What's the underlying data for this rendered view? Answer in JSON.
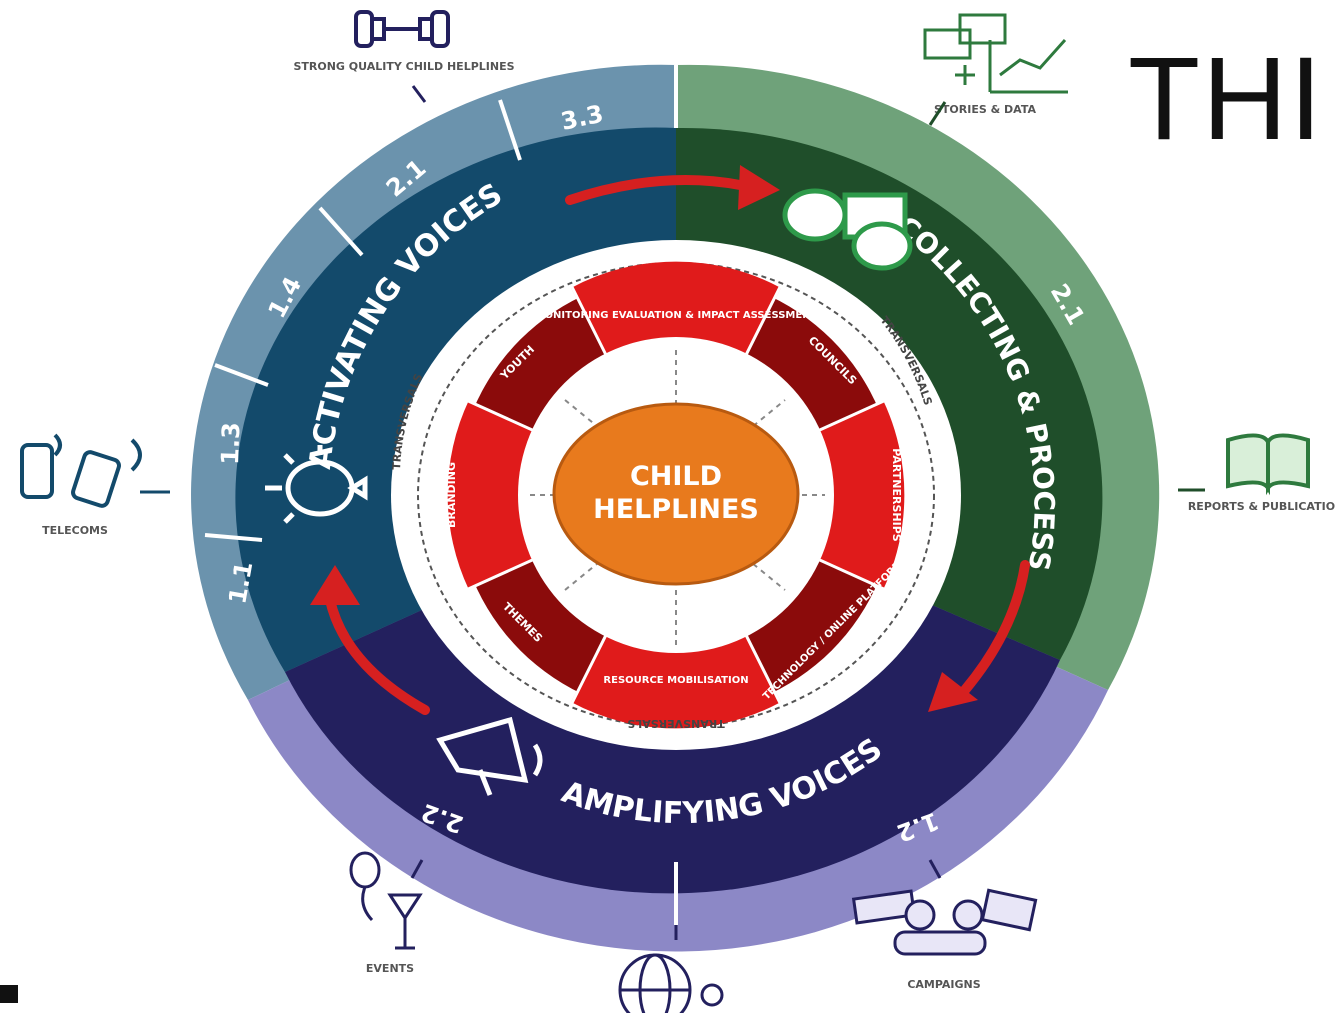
{
  "title": "THI",
  "center": {
    "line1": "CHILD",
    "line2": "HELPLINES"
  },
  "rings": {
    "activating": "ACTIVATING VOICES",
    "collecting": "COLLECTING & PROCESSING VOICES",
    "amplifying": "AMPLIFYING VOICES"
  },
  "segments": {
    "activating": [
      "1.1",
      "1.3",
      "1.4",
      "2.1",
      "3.3"
    ],
    "collecting": [
      "2.1"
    ],
    "amplifying": [
      "2.2",
      "1.2"
    ]
  },
  "inner_sectors": [
    "MONITORING EVALUATION & IMPACT ASSESSMENT",
    "COUNCILS",
    "PARTNERSHIPS",
    "TECHNOLOGY / ONLINE PLATFORM",
    "RESOURCE MOBILISATION",
    "THEMES",
    "BRANDING",
    "YOUTH"
  ],
  "transversals": "TRANSVERSALS",
  "outputs": {
    "quality": "STRONG QUALITY CHILD HELPLINES",
    "stories": "STORIES & DATA",
    "reports": "REPORTS & PUBLICATIONS",
    "telecoms": "TELECOMS",
    "events": "EVENTS",
    "campaigns": "CAMPAIGNS"
  },
  "colors": {
    "activating_dark": "#134a6b",
    "activating_light": "#6b93ad",
    "collecting_dark": "#1f4e2a",
    "collecting_light": "#6fa27a",
    "amplifying_dark": "#23205e",
    "amplifying_light": "#8c88c6",
    "inner_dark_red": "#8b0b0b",
    "inner_red": "#e01b1b",
    "center_orange": "#e87a1d",
    "arrow_red": "#d62020"
  }
}
